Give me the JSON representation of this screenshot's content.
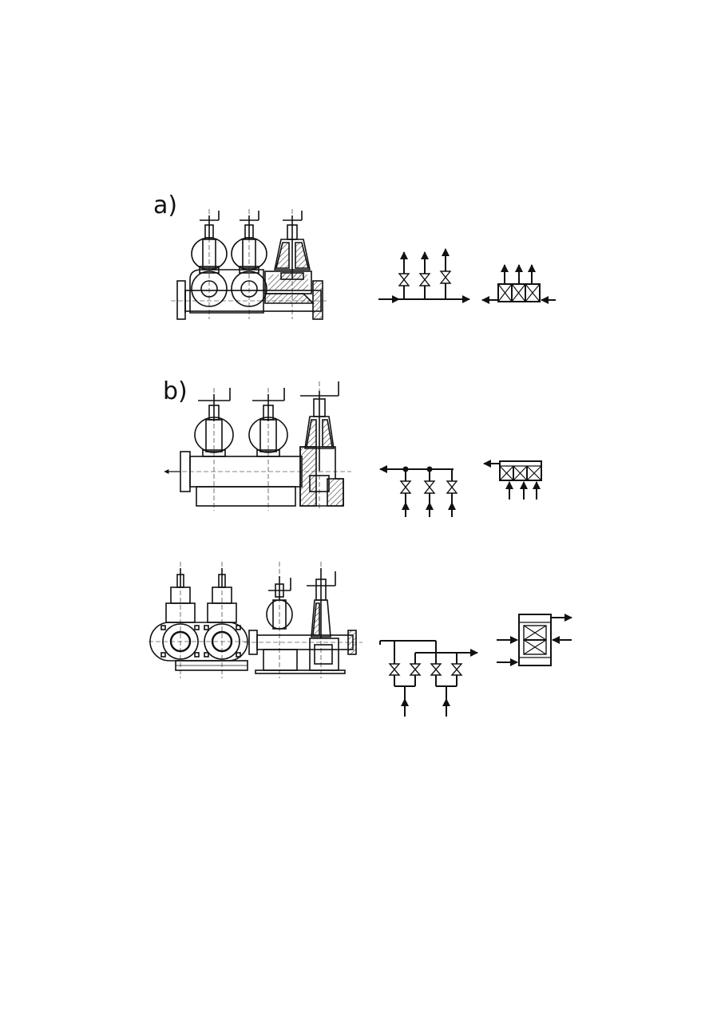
{
  "figure": {
    "panels": [
      {
        "id": "a",
        "label": "a)"
      },
      {
        "id": "b",
        "label": "b)"
      },
      {
        "id": "c",
        "label": ""
      }
    ]
  },
  "colors": {
    "ink": "#111111",
    "hatch": "#333333",
    "paper": "#ffffff"
  }
}
